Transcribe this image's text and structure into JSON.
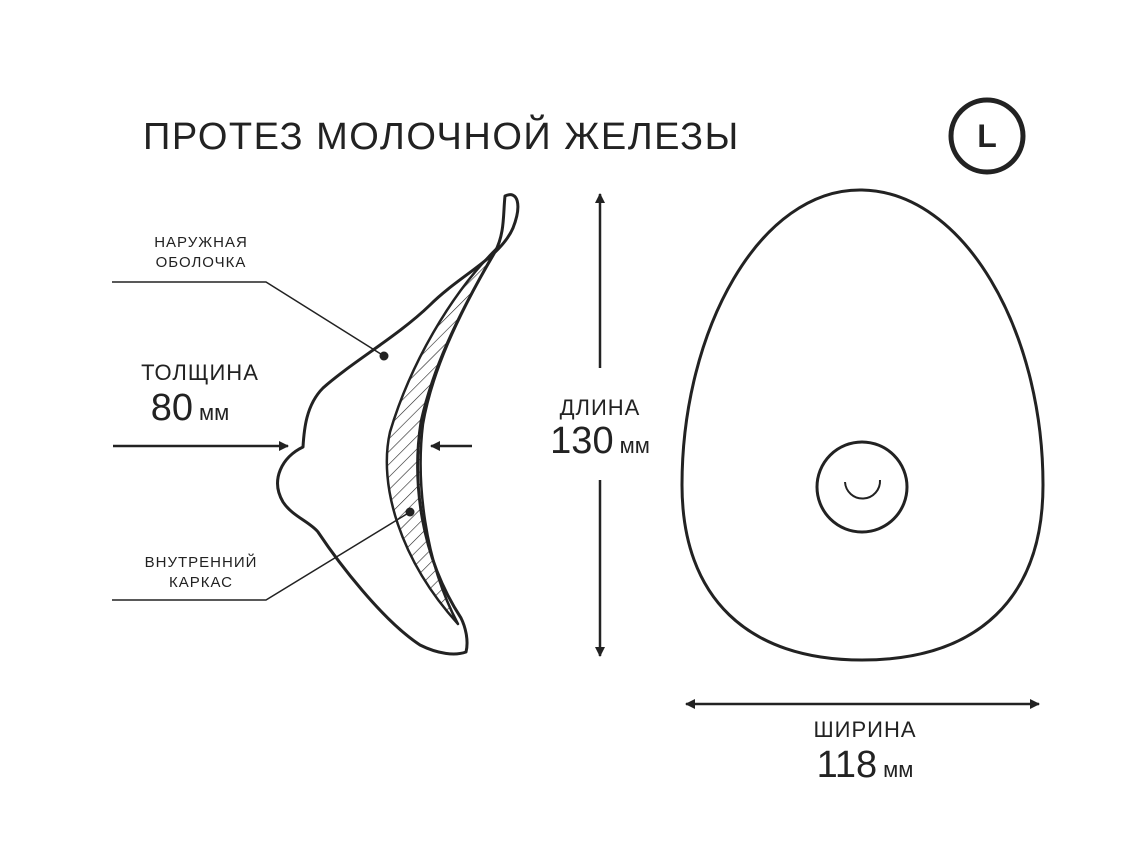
{
  "title": "ПРОТЕЗ МОЛОЧНОЙ ЖЕЛЕЗЫ",
  "size_badge": "L",
  "labels": {
    "outer_shell": [
      "НАРУЖНАЯ",
      "ОБОЛОЧКА"
    ],
    "inner_frame": [
      "ВНУТРЕННИЙ",
      "КАРКАС"
    ]
  },
  "dimensions": {
    "thickness": {
      "label": "ТОЛЩИНА",
      "value": "80",
      "unit": "мм"
    },
    "length": {
      "label": "ДЛИНА",
      "value": "130",
      "unit": "мм"
    },
    "width": {
      "label": "ШИРИНА",
      "value": "118",
      "unit": "мм"
    }
  },
  "colors": {
    "stroke": "#222222",
    "background": "#ffffff"
  }
}
